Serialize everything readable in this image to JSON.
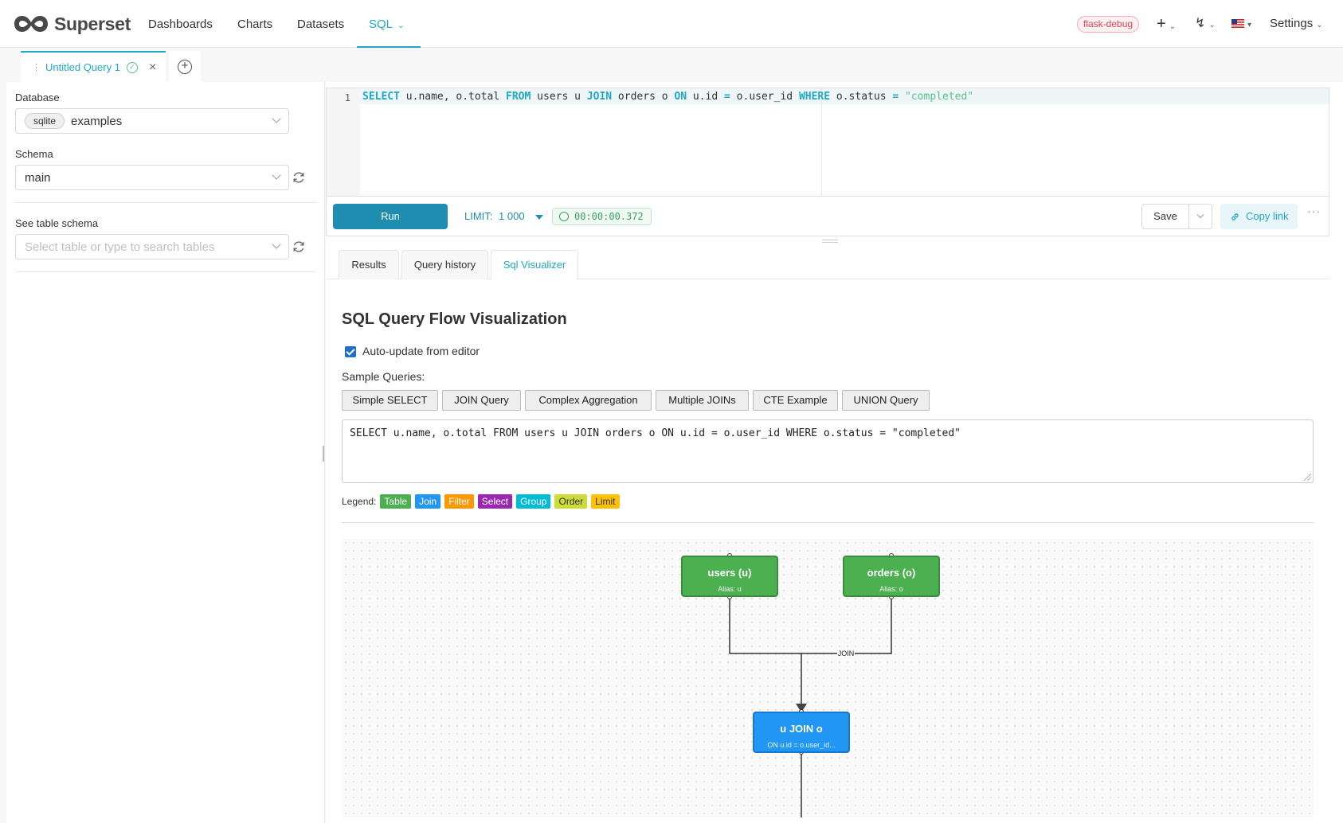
{
  "nav": {
    "brand": "Superset",
    "items": [
      {
        "label": "Dashboards"
      },
      {
        "label": "Charts"
      },
      {
        "label": "Datasets"
      },
      {
        "label": "SQL"
      }
    ],
    "env_badge": "flask-debug",
    "settings_label": "Settings",
    "icons": [
      "plus-icon",
      "bolt-icon",
      "us-flag-icon"
    ]
  },
  "tabs": {
    "query_tab_label": "Untitled Query 1"
  },
  "left": {
    "database_label": "Database",
    "database_tag": "sqlite",
    "database_value": "examples",
    "schema_label": "Schema",
    "schema_value": "main",
    "table_schema_label": "See table schema",
    "table_placeholder": "Select table or type to search tables"
  },
  "editor": {
    "line_number": "1",
    "code_tokens": [
      {
        "t": "SELECT",
        "k": "kw"
      },
      {
        "t": " u.name, o.total ",
        "k": ""
      },
      {
        "t": "FROM",
        "k": "kw"
      },
      {
        "t": " users u ",
        "k": ""
      },
      {
        "t": "JOIN",
        "k": "kw"
      },
      {
        "t": " orders o ",
        "k": ""
      },
      {
        "t": "ON",
        "k": "kw"
      },
      {
        "t": " u.id ",
        "k": ""
      },
      {
        "t": "=",
        "k": "kw"
      },
      {
        "t": " o.user_id ",
        "k": ""
      },
      {
        "t": "WHERE",
        "k": "kw"
      },
      {
        "t": " o.status ",
        "k": ""
      },
      {
        "t": "=",
        "k": "kw"
      },
      {
        "t": " ",
        "k": ""
      },
      {
        "t": "\"completed\"",
        "k": "str"
      }
    ]
  },
  "toolbar": {
    "run_label": "Run",
    "limit_label": "LIMIT:",
    "limit_value": "1 000",
    "timer": "00:00:00.372",
    "save_label": "Save",
    "copy_label": "Copy link"
  },
  "result_tabs": [
    {
      "label": "Results"
    },
    {
      "label": "Query history"
    },
    {
      "label": "Sql Visualizer"
    }
  ],
  "visualizer": {
    "title": "SQL Query Flow Visualization",
    "auto_update_label": "Auto-update from editor",
    "auto_update_checked": true,
    "sample_label": "Sample Queries:",
    "samples": [
      {
        "label": "Simple SELECT"
      },
      {
        "label": "JOIN Query"
      },
      {
        "label": "Complex Aggregation"
      },
      {
        "label": "Multiple JOINs"
      },
      {
        "label": "CTE Example"
      },
      {
        "label": "UNION Query"
      }
    ],
    "sql_text": "SELECT u.name, o.total FROM users u JOIN orders o ON u.id = o.user_id WHERE o.status = \"completed\"",
    "legend_label": "Legend:",
    "legend": [
      {
        "label": "Table",
        "bg": "#4caf50",
        "fg": "#ffffff"
      },
      {
        "label": "Join",
        "bg": "#2196f3",
        "fg": "#ffffff"
      },
      {
        "label": "Filter",
        "bg": "#ff9800",
        "fg": "#ffffff"
      },
      {
        "label": "Select",
        "bg": "#9c27b0",
        "fg": "#ffffff"
      },
      {
        "label": "Group",
        "bg": "#00bcd4",
        "fg": "#ffffff"
      },
      {
        "label": "Order",
        "bg": "#cddc39",
        "fg": "#333333"
      },
      {
        "label": "Limit",
        "bg": "#ffc107",
        "fg": "#333333"
      }
    ],
    "nodes": {
      "users": {
        "title": "users (u)",
        "sub": "Alias: u"
      },
      "orders": {
        "title": "orders (o)",
        "sub": "Alias: o"
      },
      "join": {
        "title": "u JOIN o",
        "sub": "ON u.id = o.user_id..."
      }
    },
    "edge_label": "JOIN"
  },
  "colors": {
    "accent": "#20a7c9",
    "run": "#1f8db0",
    "table_node": "#4caf50",
    "join_node": "#2196f3"
  }
}
